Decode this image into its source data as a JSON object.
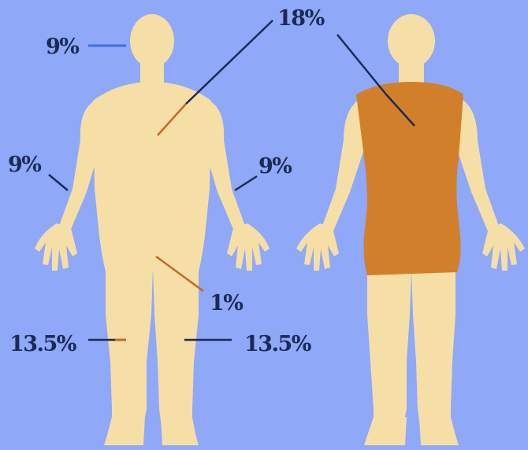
{
  "colors": {
    "background": "#8fa8f8",
    "skin": "#f6dfa6",
    "highlight": "#d27f2c",
    "label": "#1b2a55",
    "leader": "#1b2a55",
    "leader_tip": "#c8672a",
    "leader_blue": "#3b6ee8"
  },
  "labels": {
    "head": "9%",
    "chest": "18%",
    "left_arm": "9%",
    "right_arm": "9%",
    "groin": "1%",
    "left_leg": "13.5%",
    "right_leg": "13.5%"
  }
}
